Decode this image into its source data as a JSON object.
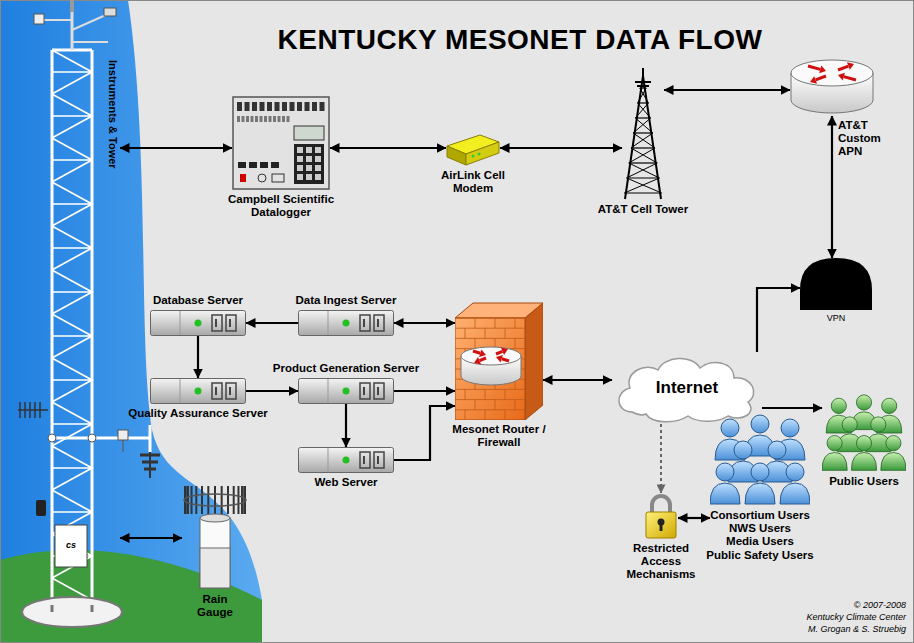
{
  "diagram": {
    "title": "KENTUCKY MESONET DATA FLOW",
    "nodes": [
      {
        "text": [
          "Instruments & Tower"
        ]
      },
      {
        "text": [
          "Campbell Scientific Datalogger"
        ]
      },
      {
        "text": [
          "AirLink Cell Modem"
        ]
      },
      {
        "text": [
          "AT&T Cell Tower"
        ]
      },
      {
        "text": [
          "AT&T Custom APN"
        ]
      },
      {
        "text": [
          "VPN"
        ]
      },
      {
        "text": [
          "Database Server"
        ]
      },
      {
        "text": [
          "Data Ingest Server"
        ]
      },
      {
        "text": [
          "Quality Assurance Server"
        ]
      },
      {
        "text": [
          "Product Generation Server"
        ]
      },
      {
        "text": [
          "Web Server"
        ]
      },
      {
        "text": [
          "Mesonet Router / Firewall"
        ]
      },
      {
        "text": [
          "Internet"
        ]
      },
      {
        "text": [
          "Restricted Access Mechanisms"
        ]
      },
      {
        "text": [
          "Consortium Users",
          "NWS Users",
          "Media Users",
          "Public Safety Users"
        ]
      },
      {
        "text": [
          "Public Users"
        ]
      },
      {
        "text": [
          "Rain Gauge"
        ]
      }
    ],
    "edges": [
      {
        "from": 0,
        "to": 1,
        "arrow": "both"
      },
      {
        "from": 1,
        "to": 2,
        "arrow": "both"
      },
      {
        "from": 2,
        "to": 3,
        "arrow": "both"
      },
      {
        "from": 3,
        "to": 4,
        "arrow": "both"
      },
      {
        "from": 4,
        "to": 5,
        "arrow": "both"
      },
      {
        "from": 12,
        "to": 5,
        "arrow": "to"
      },
      {
        "from": 7,
        "to": 6,
        "arrow": "to"
      },
      {
        "from": 6,
        "to": 8,
        "arrow": "to"
      },
      {
        "from": 8,
        "to": 9,
        "arrow": "to"
      },
      {
        "from": 9,
        "to": 10,
        "arrow": "to"
      },
      {
        "from": 7,
        "to": 11,
        "arrow": "both"
      },
      {
        "from": 9,
        "to": 11,
        "arrow": "to"
      },
      {
        "from": 10,
        "to": 11,
        "arrow": "to"
      },
      {
        "from": 11,
        "to": 12,
        "arrow": "both"
      },
      {
        "from": 12,
        "to": 13,
        "arrow": "to"
      },
      {
        "from": 13,
        "to": 14,
        "arrow": "both"
      },
      {
        "from": 12,
        "to": 15,
        "arrow": "to"
      },
      {
        "from": 0,
        "to": 16,
        "arrow": "both"
      }
    ],
    "labels": [
      "cs",
      "© 2007-2008",
      "Kentucky Climate Center",
      "M. Grogan & S. Struebig"
    ]
  }
}
